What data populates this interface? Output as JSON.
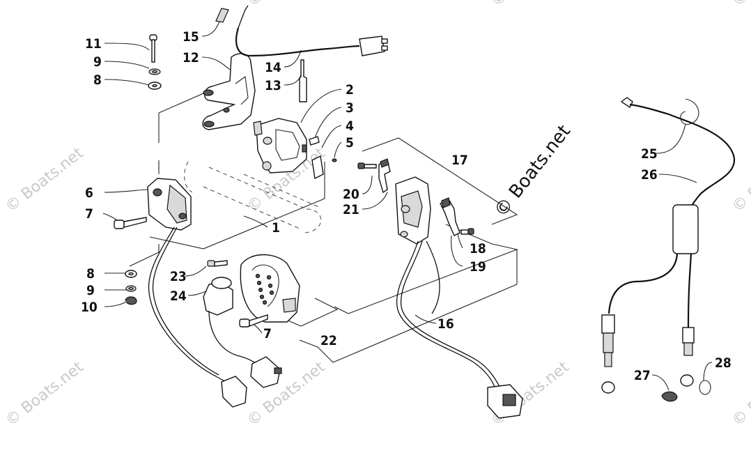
{
  "diagram": {
    "labels": [
      {
        "id": "11",
        "text": "11"
      },
      {
        "id": "9a",
        "text": "9"
      },
      {
        "id": "8a",
        "text": "8"
      },
      {
        "id": "15",
        "text": "15"
      },
      {
        "id": "12",
        "text": "12"
      },
      {
        "id": "14",
        "text": "14"
      },
      {
        "id": "13",
        "text": "13"
      },
      {
        "id": "2",
        "text": "2"
      },
      {
        "id": "3",
        "text": "3"
      },
      {
        "id": "4",
        "text": "4"
      },
      {
        "id": "5",
        "text": "5"
      },
      {
        "id": "6",
        "text": "6"
      },
      {
        "id": "7a",
        "text": "7"
      },
      {
        "id": "1",
        "text": "1"
      },
      {
        "id": "17",
        "text": "17"
      },
      {
        "id": "20",
        "text": "20"
      },
      {
        "id": "21",
        "text": "21"
      },
      {
        "id": "18",
        "text": "18"
      },
      {
        "id": "19",
        "text": "19"
      },
      {
        "id": "8b",
        "text": "8"
      },
      {
        "id": "9b",
        "text": "9"
      },
      {
        "id": "10",
        "text": "10"
      },
      {
        "id": "23",
        "text": "23"
      },
      {
        "id": "24",
        "text": "24"
      },
      {
        "id": "7b",
        "text": "7"
      },
      {
        "id": "22",
        "text": "22"
      },
      {
        "id": "16",
        "text": "16"
      },
      {
        "id": "25",
        "text": "25"
      },
      {
        "id": "26",
        "text": "26"
      },
      {
        "id": "27",
        "text": "27"
      },
      {
        "id": "28",
        "text": "28"
      }
    ],
    "watermark_text": "© Boats.net"
  }
}
